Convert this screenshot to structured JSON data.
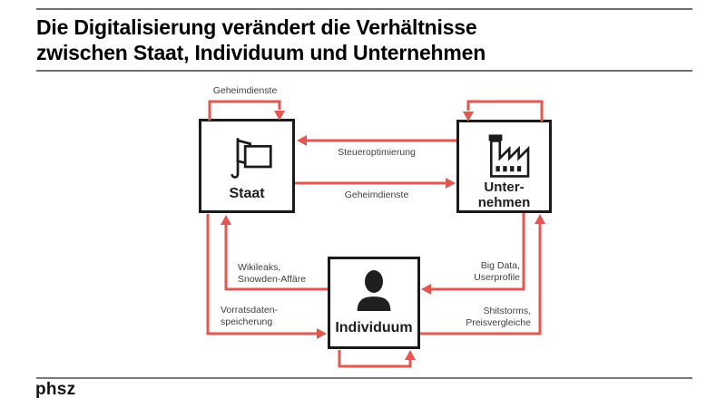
{
  "header": {
    "title": "Die Digitalisierung verändert die Verhältnisse\nzwischen Staat, Individuum und Unternehmen"
  },
  "footer": {
    "logo_text": "phsz"
  },
  "colors": {
    "arrow_red": "#e2574f",
    "box_border": "#1a1a1a",
    "label_gray": "#3f3f3f"
  },
  "diagram": {
    "nodes": {
      "staat": {
        "label": "Staat",
        "icon": "flag-icon"
      },
      "unternehmen": {
        "label": "Unter-\nnehmen",
        "icon": "factory-icon"
      },
      "individuum": {
        "label": "Individuum",
        "icon": "person-icon"
      }
    },
    "edge_labels": {
      "geheimdienste_top": "Geheimdienste",
      "steueroptimierung": "Steueroptimierung",
      "geheimdienste_mid": "Geheimdienste",
      "wikileaks": "Wikileaks,\nSnowden-Affäre",
      "vorratsdaten": "Vorratsdaten-\nspeicherung",
      "bigdata": "Big Data,\nUserprofile",
      "shitstorms": "Shitstorms,\nPreisvergleiche"
    },
    "edges": [
      {
        "from": "Staat",
        "to": "Staat",
        "label": "Geheimdienste",
        "type": "self-loop-top"
      },
      {
        "from": "Unternehmen",
        "to": "Unternehmen",
        "label": "",
        "type": "self-loop-top"
      },
      {
        "from": "Unternehmen",
        "to": "Staat",
        "label": "Steueroptimierung",
        "type": "horizontal"
      },
      {
        "from": "Staat",
        "to": "Unternehmen",
        "label": "Geheimdienste",
        "type": "horizontal"
      },
      {
        "from": "Individuum",
        "to": "Staat",
        "label": "Wikileaks, Snowden-Affäre",
        "type": "elbow"
      },
      {
        "from": "Staat",
        "to": "Individuum",
        "label": "Vorratsdaten-speicherung",
        "type": "elbow"
      },
      {
        "from": "Unternehmen",
        "to": "Individuum",
        "label": "Big Data, Userprofile",
        "type": "elbow"
      },
      {
        "from": "Individuum",
        "to": "Unternehmen",
        "label": "Shitstorms, Preisvergleiche",
        "type": "elbow"
      },
      {
        "from": "Individuum",
        "to": "Individuum",
        "label": "",
        "type": "self-loop-bottom"
      }
    ]
  }
}
